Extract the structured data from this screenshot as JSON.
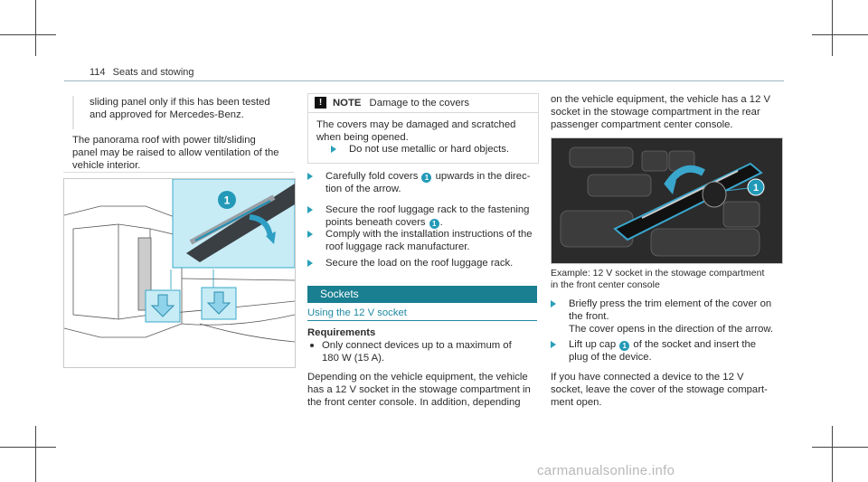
{
  "header": {
    "page_number": "114",
    "section_title": "Seats and stowing"
  },
  "left": {
    "intro_lines": [
      "sliding panel only if this has been tested",
      "and approved for Mercedes-Benz."
    ],
    "paragraph_lines": [
      "The panorama roof with power tilt/sliding",
      "panel may be raised to allow ventilation of the",
      "vehicle interior."
    ],
    "callout_number": "1"
  },
  "middle": {
    "note": {
      "icon": "!",
      "label": "NOTE",
      "title": "Damage to the covers",
      "body_lines": [
        "The covers may be damaged and scratched",
        "when being opened."
      ],
      "bullet": "Do not use metallic or hard objects."
    },
    "steps": [
      {
        "pre": "Carefully fold covers",
        "num": "1",
        "post": "upwards in the direc-",
        "line2": "tion of the arrow."
      },
      {
        "line1": "Secure the roof luggage rack to the fastening",
        "pre": "points beneath covers",
        "num": "1",
        "post": "."
      },
      {
        "line1": "Comply with the installation instructions of the",
        "line2": "roof luggage rack manufacturer."
      },
      {
        "line1": "Secure the load on the roof luggage rack."
      }
    ],
    "section_title": "Sockets",
    "subheading": "Using the 12 V socket",
    "requirements_label": "Requirements",
    "requirement_lines": [
      "Only connect devices up to a maximum of",
      "180 W (15 A)."
    ],
    "paragraph_lines": [
      "Depending on the vehicle equipment, the vehicle",
      "has a 12 V socket in the stowage compartment in",
      "the front center console. In addition, depending"
    ]
  },
  "right": {
    "intro_lines": [
      "on the vehicle equipment, the vehicle has a 12 V",
      "socket in the stowage compartment in the rear",
      "passenger compartment center console."
    ],
    "callout_number": "1",
    "caption_lines": [
      "Example: 12 V socket in the stowage compartment",
      "in the front center console"
    ],
    "steps": [
      {
        "line1": "Briefly press the trim element of the cover on",
        "line2": "the front.",
        "line3": "The cover opens in the direction of the arrow."
      },
      {
        "pre": "Lift up cap",
        "num": "1",
        "post": "of the socket and insert the",
        "line2": "plug of the device."
      }
    ],
    "outro_lines": [
      "If you have connected a device to the 12 V",
      "socket, leave the cover of the stowage compart-",
      "ment open."
    ]
  },
  "watermark": "carmanualsonline.info"
}
